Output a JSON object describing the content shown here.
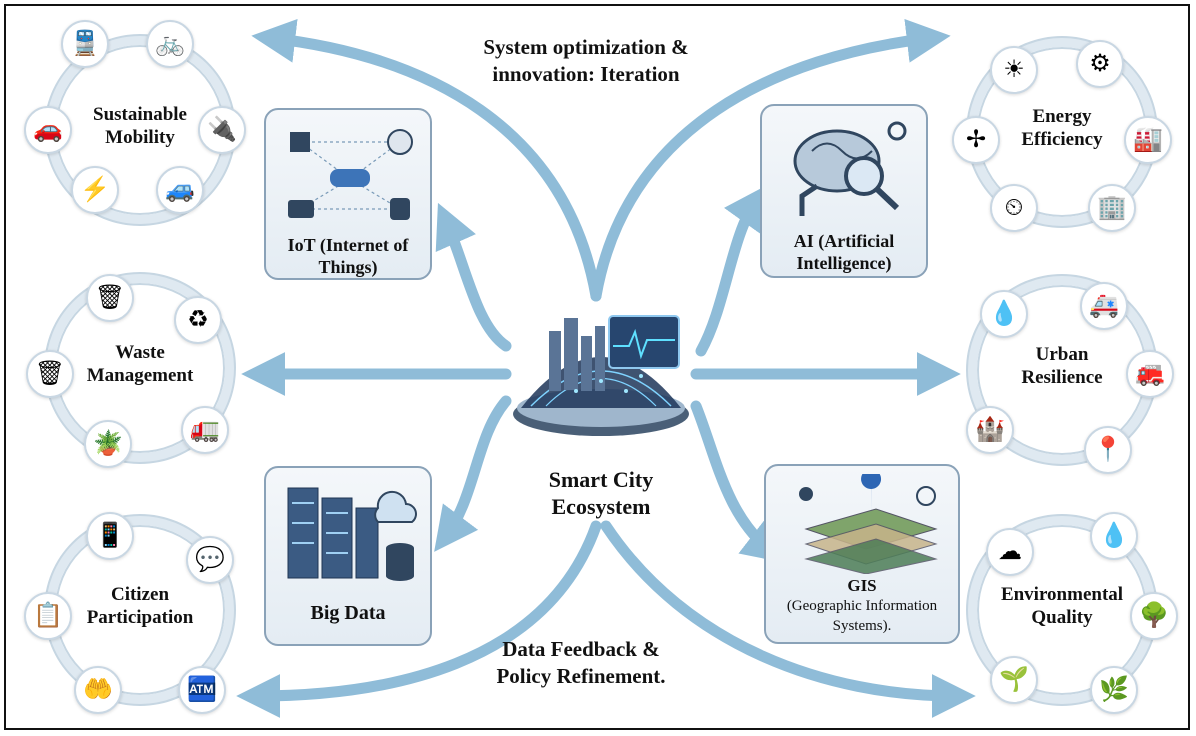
{
  "center": {
    "title_line1": "Smart City",
    "title_line2": "Ecosystem"
  },
  "top_caption": {
    "line1": "System optimization &",
    "line2": "innovation: Iteration"
  },
  "bottom_caption": {
    "line1": "Data Feedback &",
    "line2": "Policy Refinement."
  },
  "tech": {
    "iot": {
      "line1": "IoT (Internet of",
      "line2": "Things)"
    },
    "ai": {
      "line1": "AI (Artificial",
      "line2": "Intelligence)"
    },
    "bigdata": {
      "line1": "Big Data"
    },
    "gis": {
      "line1": "GIS",
      "line2": "(Geographic Information",
      "line3": "Systems)."
    }
  },
  "domains": {
    "mobility": {
      "line1": "Sustainable",
      "line2": "Mobility"
    },
    "waste": {
      "line1": "Waste",
      "line2": "Management"
    },
    "citizen": {
      "line1": "Citizen",
      "line2": "Participation"
    },
    "energy": {
      "line1": "Energy",
      "line2": "Efficiency"
    },
    "resilience": {
      "line1": "Urban",
      "line2": "Resilience"
    },
    "environment": {
      "line1": "Environmental",
      "line2": "Quality"
    }
  },
  "colors": {
    "arrow": "#8fbcd8",
    "ring": "#dfe9f1",
    "box_border": "#8aa2b8"
  },
  "icons": [
    "train-icon",
    "bicycle-icon",
    "car-icon",
    "charger-icon",
    "ev-icon",
    "recycle-icon",
    "bin-icon",
    "truck-icon",
    "compost-icon",
    "phone-icon",
    "chat-icon",
    "kiosk-icon",
    "solar-icon",
    "wind-turbine-icon",
    "factory-icon",
    "meter-icon",
    "building-icon",
    "ambulance-icon",
    "fire-truck-icon",
    "map-pin-icon",
    "levee-icon",
    "gauge-icon",
    "cloud-icon",
    "drop-icon",
    "tree-icon",
    "hands-plant-icon",
    "brain-icon",
    "robot-arm-icon",
    "server-icon",
    "database-icon",
    "satellite-compass-icon",
    "city-dome-icon"
  ]
}
